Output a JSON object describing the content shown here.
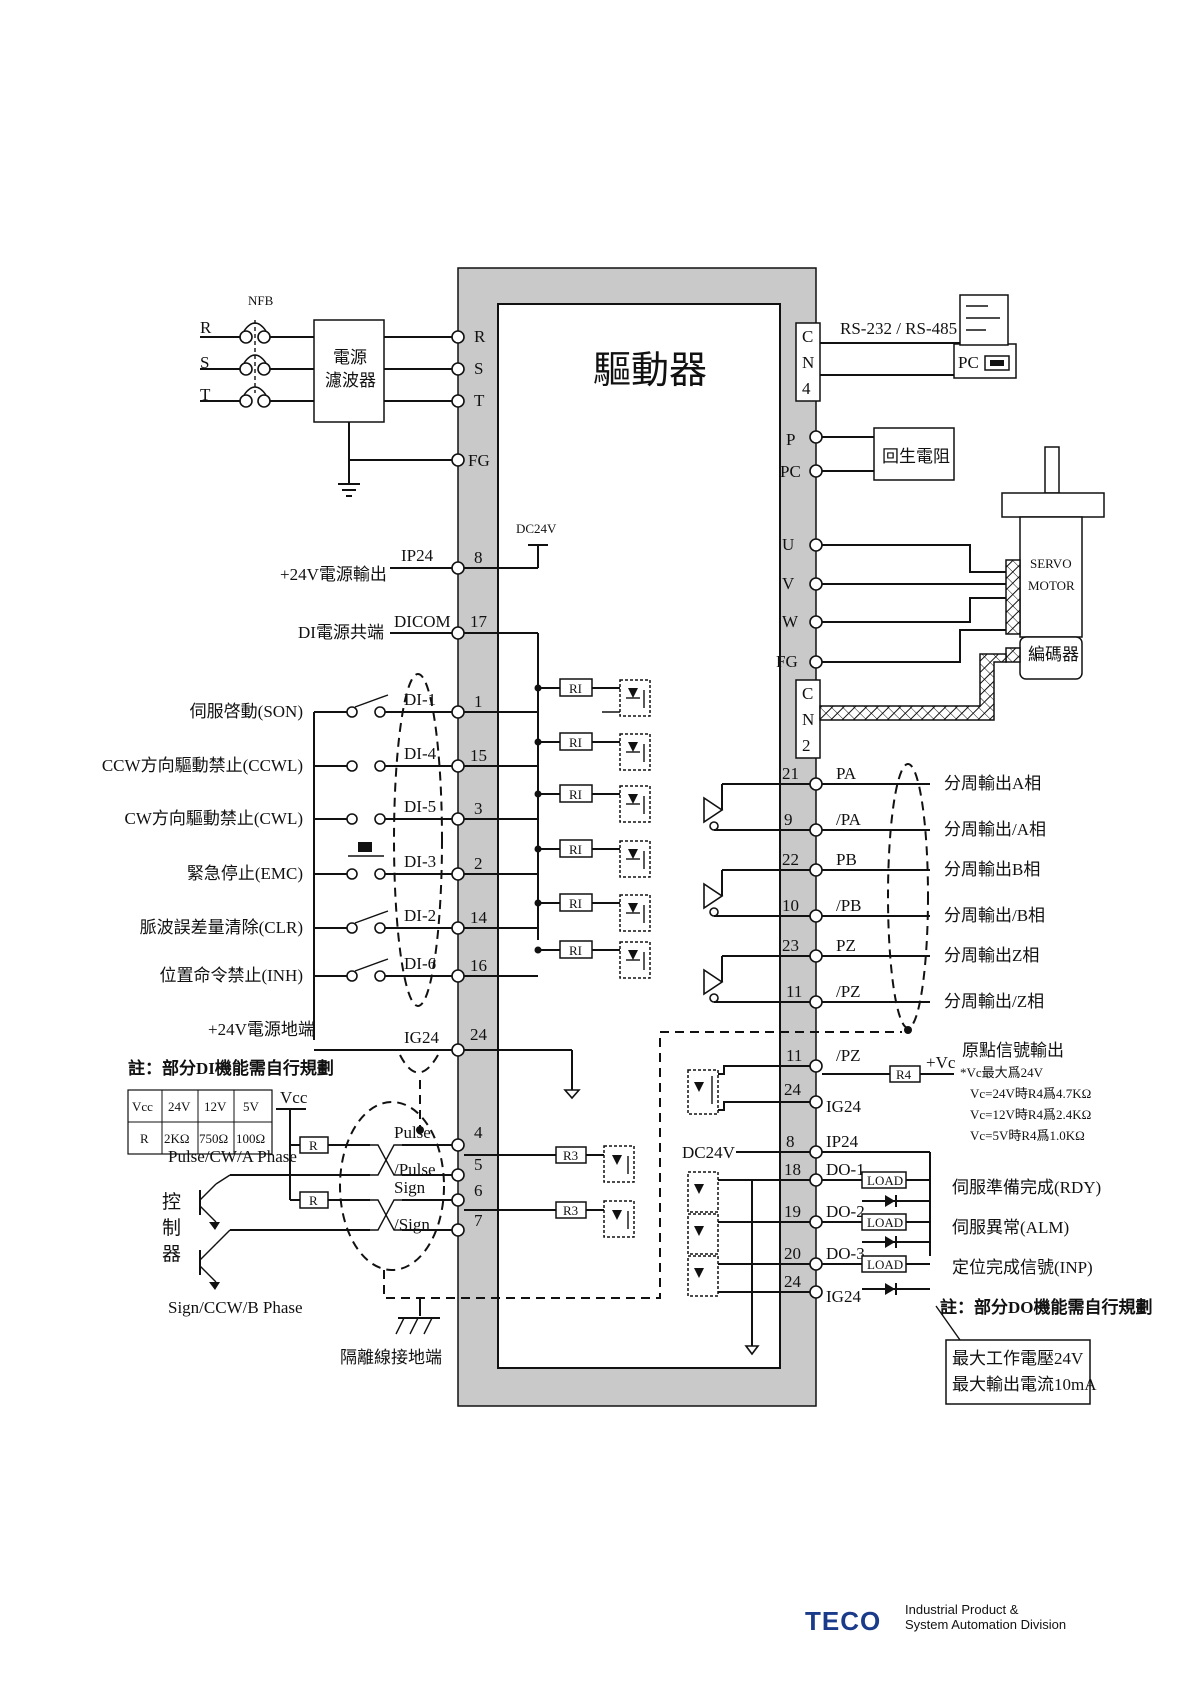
{
  "diagram": {
    "driver_title": "驅動器",
    "power": {
      "nfb": "NFB",
      "phases": [
        "R",
        "S",
        "T"
      ],
      "filter": [
        "電源",
        "濾波器"
      ],
      "pins": [
        "R",
        "S",
        "T",
        "FG"
      ]
    },
    "dc24v": "DC24V",
    "ip24": {
      "label": "+24V電源輸出",
      "name": "IP24",
      "pin": "8"
    },
    "dicom": {
      "label": "DI電源共端",
      "name": "DICOM",
      "pin": "17"
    },
    "resistor_r1": "RI",
    "di_inputs": [
      {
        "label": "伺服啓動(SON)",
        "di": "DI-1",
        "pin": "1"
      },
      {
        "label": "CCW方向驅動禁止(CCWL)",
        "di": "DI-4",
        "pin": "15"
      },
      {
        "label": "CW方向驅動禁止(CWL)",
        "di": "DI-5",
        "pin": "3"
      },
      {
        "label": "緊急停止(EMC)",
        "di": "DI-3",
        "pin": "2"
      },
      {
        "label": "脈波誤差量清除(CLR)",
        "di": "DI-2",
        "pin": "14"
      },
      {
        "label": "位置命令禁止(INH)",
        "di": "DI-6",
        "pin": "16"
      }
    ],
    "ig24_label": "+24V電源地端",
    "ig24": {
      "name": "IG24",
      "pin": "24"
    },
    "note_di": "註：部分DI機能需自行規劃",
    "vcc_table": {
      "header": [
        "Vcc",
        "24V",
        "12V",
        "5V"
      ],
      "row": [
        "R",
        "2KΩ",
        "750Ω",
        "100Ω"
      ]
    },
    "vcc": "Vcc",
    "resistor_r": "R",
    "resistor_r3": "R3",
    "pulse_phase": "Pulse/CW/A Phase",
    "sign_phase": "Sign/CCW/B Phase",
    "controller": [
      "控",
      "制",
      "器"
    ],
    "pulse_pins": [
      {
        "name": "Pulse",
        "pin": "4"
      },
      {
        "name": "/Pulse",
        "pin": "5"
      },
      {
        "name": "Sign",
        "pin": "6"
      },
      {
        "name": "/Sign",
        "pin": "7"
      }
    ],
    "shield_ground": "隔離線接地端",
    "cn4": [
      "C",
      "N",
      "4"
    ],
    "rs_comm": "RS-232 / RS-485",
    "pc": "PC",
    "regen": {
      "pins": [
        "P",
        "PC"
      ],
      "label": "回生電阻"
    },
    "motor": {
      "pins": [
        "U",
        "V",
        "W",
        "FG"
      ],
      "name": [
        "SERVO",
        "MOTOR"
      ],
      "encoder": "編碼器"
    },
    "cn2": [
      "C",
      "N",
      "2"
    ],
    "encoder_outputs": [
      {
        "pin": "21",
        "name": "PA",
        "label": "分周輸出A相"
      },
      {
        "pin": "9",
        "name": "/PA",
        "label": "分周輸出/A相"
      },
      {
        "pin": "22",
        "name": "PB",
        "label": "分周輸出B相"
      },
      {
        "pin": "10",
        "name": "/PB",
        "label": "分周輸出/B相"
      },
      {
        "pin": "23",
        "name": "PZ",
        "label": "分周輸出Z相"
      },
      {
        "pin": "11",
        "name": "/PZ",
        "label": "分周輸出/Z相"
      }
    ],
    "origin": {
      "title": "原點信號輸出",
      "pin_a": "11",
      "name_a": "/PZ",
      "pin_b": "24",
      "name_b": "IG24",
      "r4": "R4",
      "vc": "+Vc",
      "notes": [
        "*Vc最大爲24V",
        "Vc=24V時R4爲4.7KΩ",
        "Vc=12V時R4爲2.4KΩ",
        "Vc=5V時R4爲1.0KΩ"
      ]
    },
    "do_power": {
      "label": "DC24V",
      "pin": "8",
      "name": "IP24"
    },
    "do_outputs": [
      {
        "pin": "18",
        "name": "DO-1",
        "label": "伺服準備完成(RDY)"
      },
      {
        "pin": "19",
        "name": "DO-2",
        "label": "伺服異常(ALM)"
      },
      {
        "pin": "20",
        "name": "DO-3",
        "label": "定位完成信號(INP)"
      }
    ],
    "do_ground": {
      "pin": "24",
      "name": "IG24"
    },
    "load": "LOAD",
    "note_do": "註：部分DO機能需自行規劃",
    "max_note": [
      "最大工作電壓24V",
      "最大輸出電流10mA"
    ]
  },
  "footer": {
    "logo": "TECO",
    "line1": "Industrial Product &",
    "line2": "System Automation Division"
  }
}
